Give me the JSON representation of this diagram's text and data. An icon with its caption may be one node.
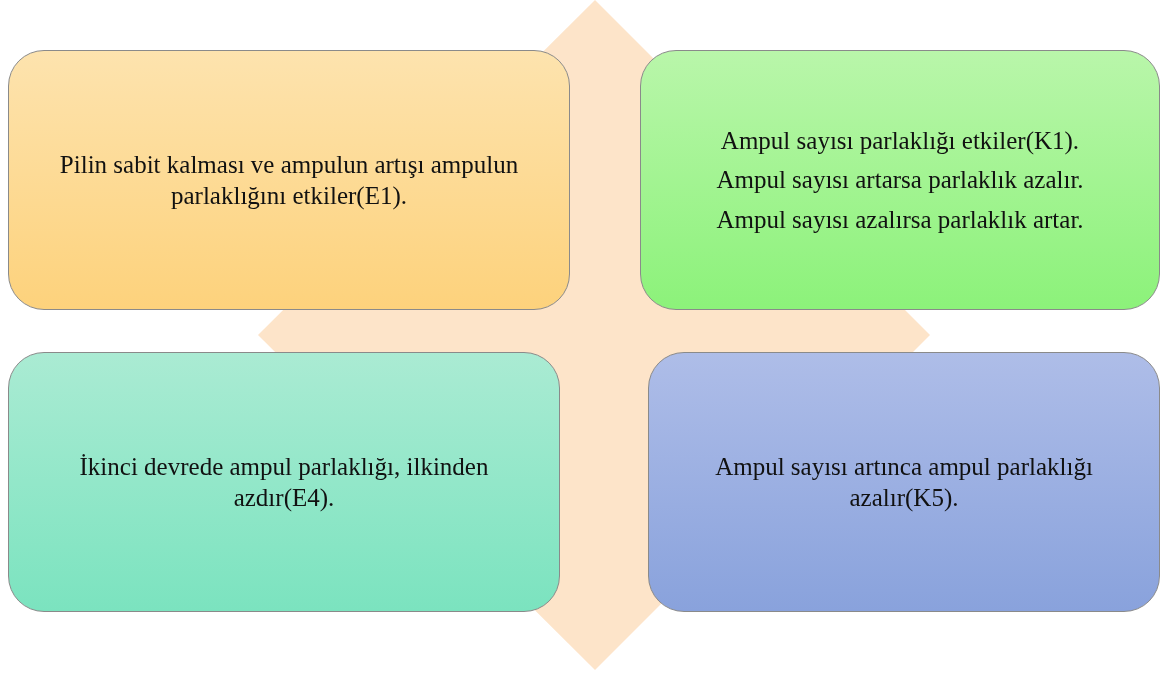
{
  "diagram": {
    "nodes": [
      {
        "text": [
          "Pilin sabit kalması ve ampulun artışı ampulun parlaklığını etkiler(E1)."
        ]
      },
      {
        "text": [
          "Ampul sayısı parlaklığı etkiler(K1).",
          "Ampul sayısı artarsa parlaklık azalır.",
          "Ampul sayısı azalırsa parlaklık artar."
        ]
      },
      {
        "text": [
          "İkinci devrede ampul parlaklığı, ilkinden azdır(E4)."
        ]
      },
      {
        "text": [
          "Ampul sayısı artınca ampul parlaklığı azalır(K5)."
        ]
      }
    ]
  }
}
